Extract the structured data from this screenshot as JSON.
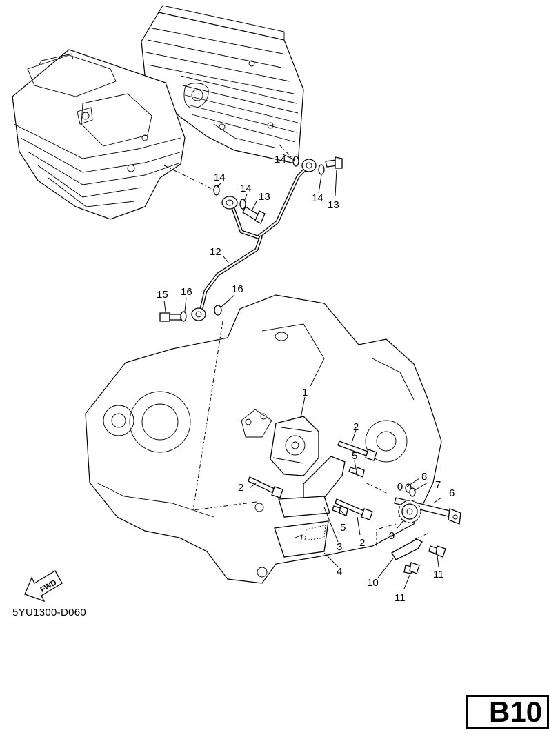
{
  "diagram": {
    "code": "5YU1300-D060",
    "page_tag": "B10",
    "fwd_label": "FWD",
    "callouts": [
      "1",
      "2",
      "2",
      "2",
      "3",
      "4",
      "5",
      "5",
      "6",
      "7",
      "8",
      "9",
      "10",
      "11",
      "11",
      "12",
      "13",
      "13",
      "14",
      "14",
      "14",
      "14",
      "15",
      "16",
      "16"
    ]
  }
}
